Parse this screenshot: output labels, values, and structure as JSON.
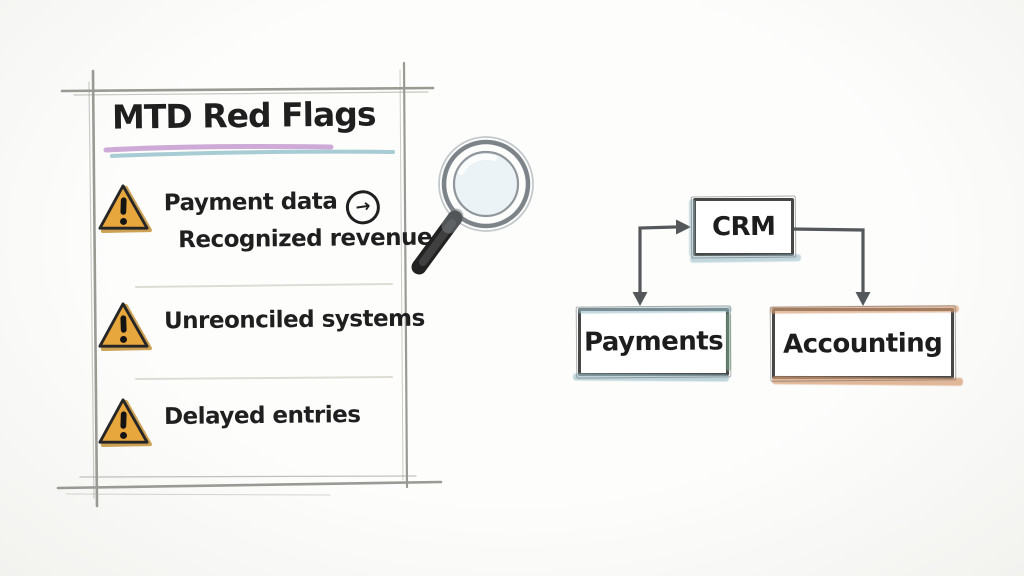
{
  "panel": {
    "title": "MTD Red Flags",
    "items": [
      {
        "icon": "warning-triangle-icon",
        "line1": "Payment data",
        "connector_symbol": "→",
        "connector_icon": "circled-right-arrow-icon",
        "line2": "Recognized revenue"
      },
      {
        "icon": "warning-triangle-icon",
        "line1": "Unreonciled systems"
      },
      {
        "icon": "warning-triangle-icon",
        "line1": "Delayed entries"
      }
    ]
  },
  "magnifier": {
    "icon": "magnifying-glass-icon"
  },
  "flowchart": {
    "nodes": [
      {
        "id": "crm",
        "label": "CRM",
        "accent": "teal"
      },
      {
        "id": "payments",
        "label": "Payments",
        "accent": "teal"
      },
      {
        "id": "accounting",
        "label": "Accounting",
        "accent": "salmon"
      }
    ],
    "edges": [
      {
        "from": "payments",
        "to": "crm",
        "shape": "elbow",
        "arrowheads": [
          "right-into-crm",
          "down-into-payments"
        ]
      },
      {
        "from": "crm",
        "to": "accounting",
        "shape": "elbow",
        "arrowheads": [
          "down-into-accounting"
        ]
      }
    ]
  },
  "colors": {
    "background": "#fafaf8",
    "ink": "#1f1f1f",
    "sketch-gray": "#9a9a95",
    "line-gray": "#54585b",
    "divider": "#dcdcd5",
    "underline-pink": "#c9a2d2",
    "underline-teal": "#9ec7cf",
    "warning-fill": "#e8a73c",
    "warning-gold": "#c49036",
    "accent-teal": "#9bbfc9",
    "accent-green": "#7fae91",
    "accent-salmon": "#d59a6f",
    "lens-blue": "#dce9f2"
  }
}
